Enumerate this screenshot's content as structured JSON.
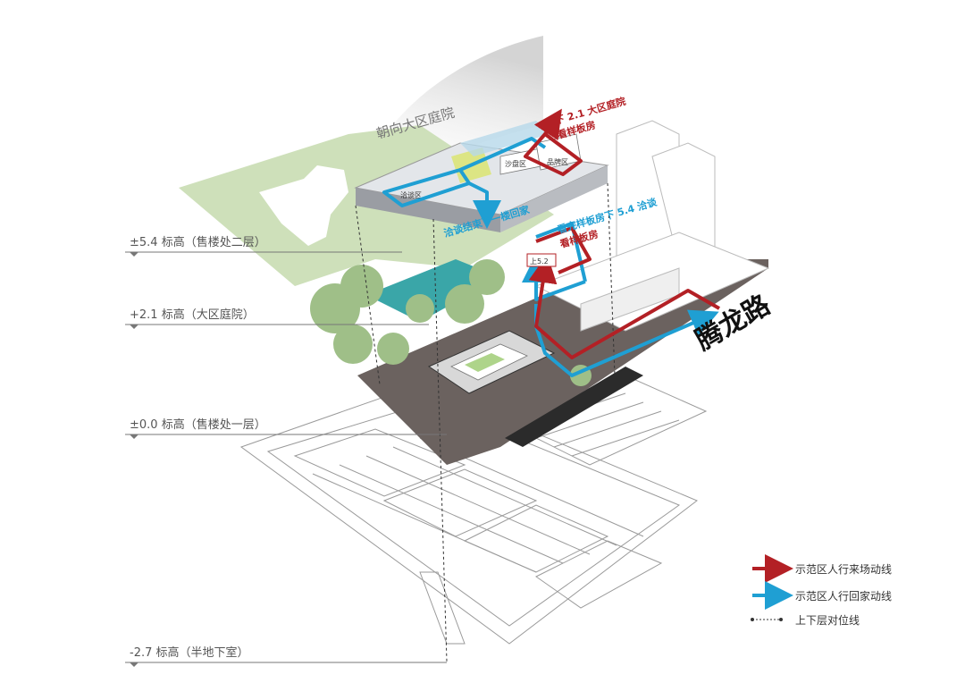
{
  "levels": [
    {
      "label": "±5.4 标高（售楼处二层）"
    },
    {
      "label": "+2.1 标高（大区庭院）"
    },
    {
      "label": "±0.0 标高（售楼处一层）"
    },
    {
      "label": "-2.7 标高（半地下室）"
    }
  ],
  "court_label": "朝向大区庭院",
  "road_label": "腾龙路",
  "area_labels": {
    "zone_left": "洽谈区",
    "zone_mid": "沙盘区",
    "zone_right": "品牌区",
    "elev_marker": "上5.2"
  },
  "route_labels": {
    "red_top_line1": "下 2.1 大区庭院",
    "red_top_line2": "看样板房",
    "blue_mid": "洽谈结束下一楼回家",
    "blue_right_line1": "看完样板房下 5.4 洽谈",
    "red_right": "看样板房"
  },
  "legend": [
    {
      "label": "示范区人行来场动线",
      "color": "#b32025"
    },
    {
      "label": "示范区人行回家动线",
      "color": "#1f9fd3"
    },
    {
      "label": "上下层对位线",
      "color": "#333333"
    }
  ],
  "colors": {
    "red_route": "#b32025",
    "blue_route": "#1f9fd3",
    "lawn": "#c9ddb2",
    "paving": "#6b625f",
    "water": "#3aa6a8"
  }
}
